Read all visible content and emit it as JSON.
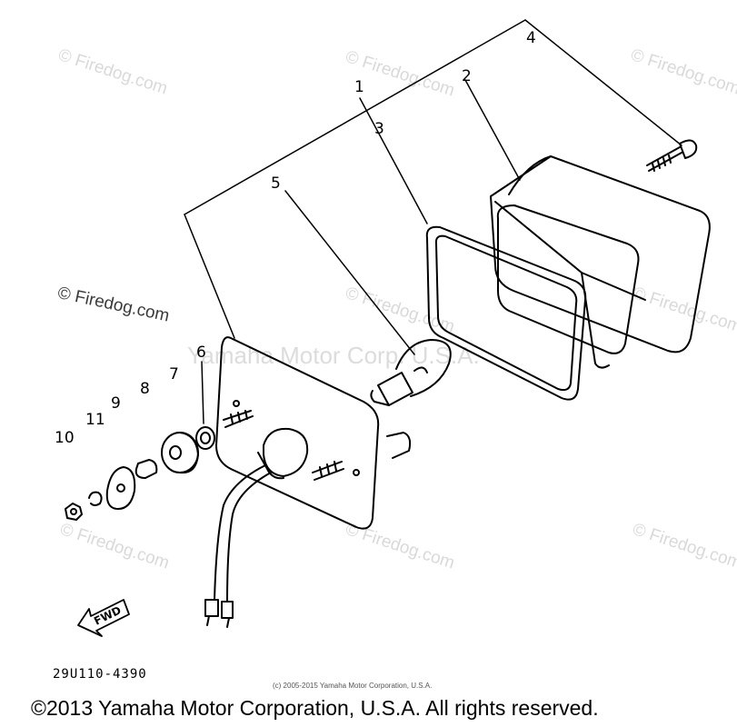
{
  "watermarks": {
    "firedog": "© Firedog.com",
    "yamaha": "Yamaha Motor Corp. U.S.A."
  },
  "callouts": [
    "1",
    "2",
    "3",
    "4",
    "5",
    "6",
    "7",
    "8",
    "9",
    "10",
    "11"
  ],
  "fwd_label": "FWD",
  "part_code": "29U110-4390",
  "small_copyright": "(c) 2005-2015 Yamaha Motor Corporation, U.S.A.",
  "copyright": "©2013 Yamaha Motor Corporation, U.S.A. All rights reserved."
}
